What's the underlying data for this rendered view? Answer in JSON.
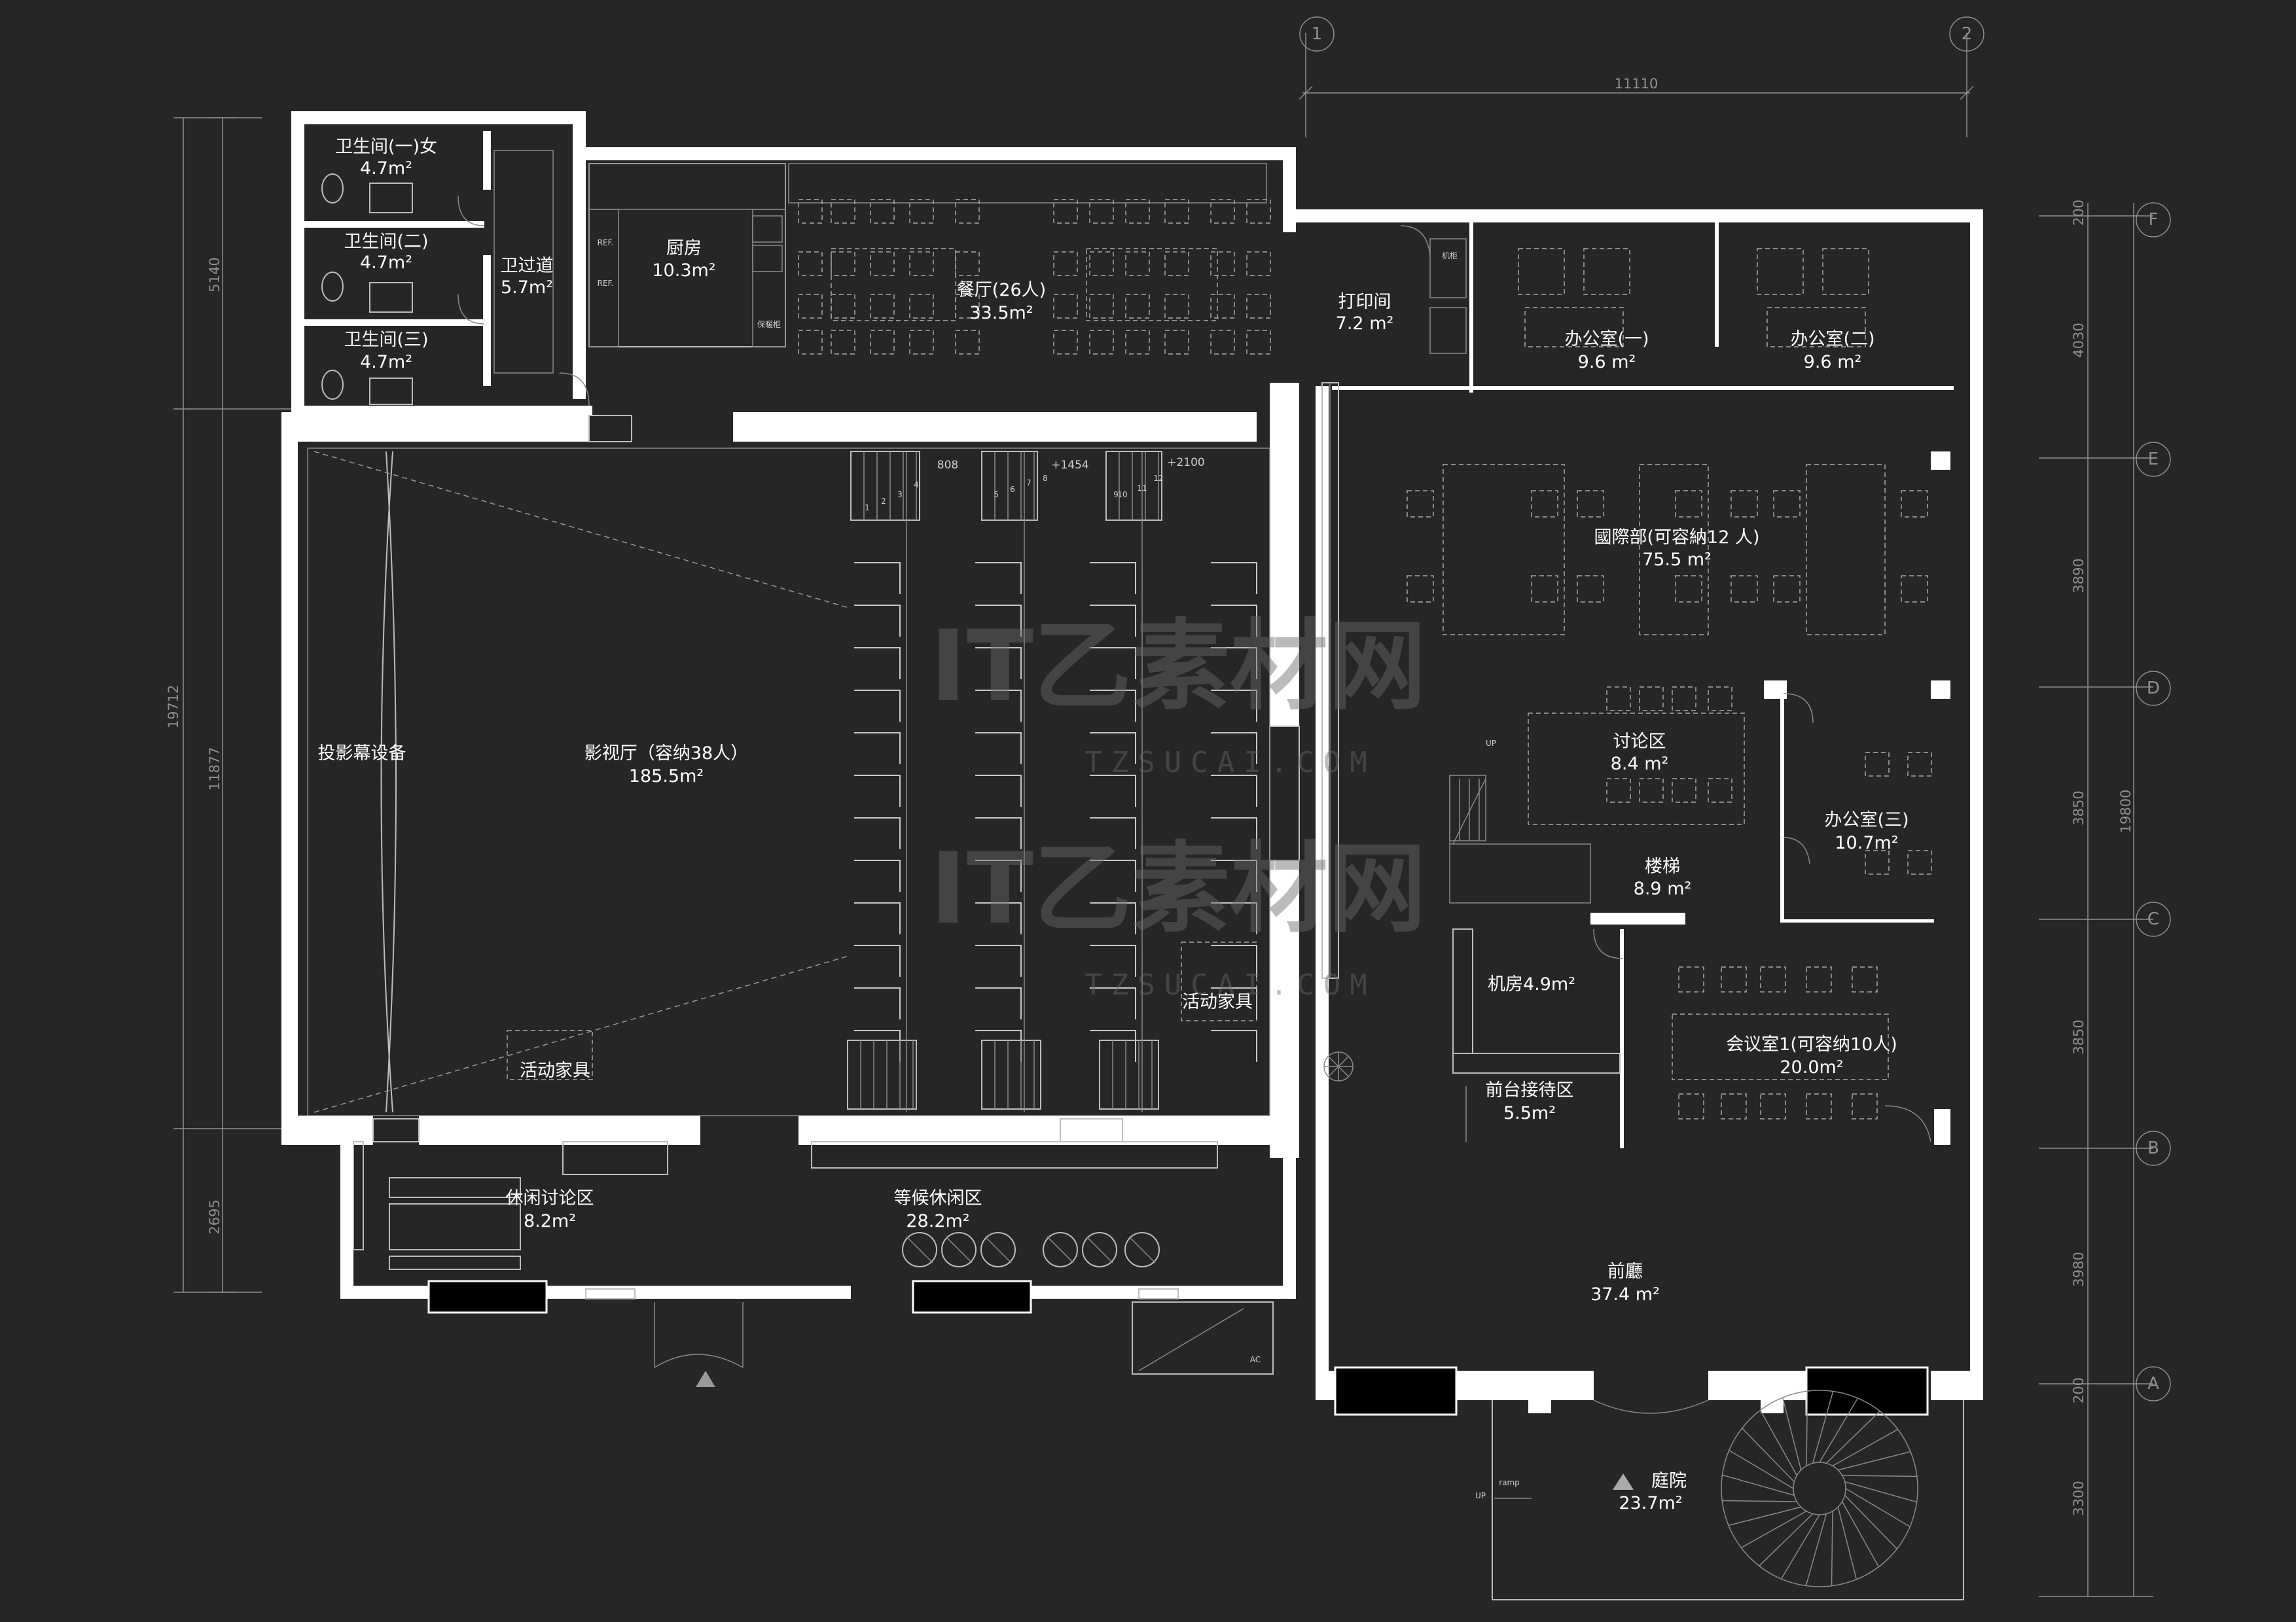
{
  "axes": {
    "vertical": [
      "1",
      "2"
    ],
    "horizontal": [
      "F",
      "E",
      "D",
      "C",
      "B",
      "A"
    ]
  },
  "dimensions": {
    "top": "11110",
    "left_outer": "19712",
    "left_inner": [
      "5140",
      "11877",
      "2695"
    ],
    "right_outer": "19800",
    "right_inner": [
      "200",
      "4030",
      "3890",
      "3850",
      "3850",
      "3980",
      "200",
      "3300"
    ]
  },
  "rooms": {
    "wc1": {
      "name": "卫生间(一)女",
      "area": "4.7m²"
    },
    "wc2": {
      "name": "卫生间(二)",
      "area": "4.7m²"
    },
    "wc3": {
      "name": "卫生间(三)",
      "area": "4.7m²"
    },
    "corridor": {
      "name": "卫过道",
      "area": "5.7m²"
    },
    "kitchen": {
      "name": "厨房",
      "area": "10.3m²"
    },
    "dining": {
      "name": "餐厅(26人)",
      "area": "33.5m²"
    },
    "print": {
      "name": "打印间",
      "area": "7.2 m²"
    },
    "office1": {
      "name": "办公室(一)",
      "area": "9.6 m²"
    },
    "office2": {
      "name": "办公室(二)",
      "area": "9.6 m²"
    },
    "intl": {
      "name": "國際部(可容納12 人)",
      "area": "75.5 m²"
    },
    "projector": {
      "name": "投影幕设备"
    },
    "cinema": {
      "name": "影视厅（容纳38人）",
      "area": "185.5m²"
    },
    "discuss": {
      "name": "讨论区",
      "area": "8.4 m²"
    },
    "office3": {
      "name": "办公室(三)",
      "area": "10.7m²"
    },
    "stair": {
      "name": "楼梯",
      "area": "8.9 m²"
    },
    "machine": {
      "name": "机房4.9m²"
    },
    "meeting": {
      "name": "会议室1(可容纳10人)",
      "area": "20.0m²"
    },
    "reception": {
      "name": "前台接待区",
      "area": "5.5m²"
    },
    "leisure": {
      "name": "休闲讨论区",
      "area": "8.2m²"
    },
    "waiting": {
      "name": "等候休闲区",
      "area": "28.2m²"
    },
    "lobby": {
      "name": "前廳",
      "area": "37.4 m²"
    },
    "courtyard": {
      "name": "庭院",
      "area": "23.7m²"
    }
  },
  "furniture": {
    "movable1": "活动家具",
    "movable2": "活动家具"
  },
  "annotations": {
    "ref1": "REF.",
    "ref2": "REF.",
    "cabinet": "保暖柜",
    "rack": "机柜",
    "ac": "AC",
    "up1": "UP",
    "up2": "UP",
    "ramp": "ramp",
    "elev1": "808",
    "elev2": "+1454",
    "elev3": "+2100"
  },
  "seat_numbers": [
    "1",
    "2",
    "3",
    "4",
    "5",
    "6",
    "7",
    "8",
    "9",
    "10",
    "11",
    "12"
  ],
  "watermark": {
    "text": "IT乙素材网",
    "url": "TZSUCAI.COM"
  }
}
